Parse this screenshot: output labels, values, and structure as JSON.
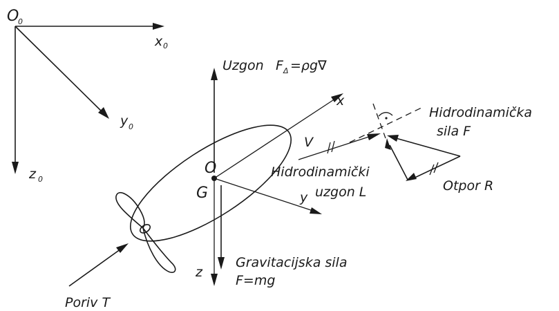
{
  "axes0": {
    "origin": "O",
    "origin_sub": "0",
    "x": "x",
    "x_sub": "0",
    "y": "y",
    "y_sub": "0",
    "z": "z",
    "z_sub": "0"
  },
  "body_axes": {
    "origin": "O",
    "cg": "G",
    "x": "x",
    "y": "y",
    "z": "z"
  },
  "forces": {
    "buoyancy_prefix": "Uzgon",
    "buoyancy_F": "F",
    "buoyancy_sub": "Δ",
    "buoyancy_rhs": "=ρg∇",
    "velocity": "V",
    "hydro_force_line1": "Hidrodinamička",
    "hydro_force_line2": "sila F",
    "hydro_lift_line1": "Hidrodinamički",
    "hydro_lift_line2": "uzgon L",
    "drag": "Otpor R",
    "gravity_line1": "Gravitacijska sila",
    "gravity_line2": "F=mg",
    "thrust": "Poriv T"
  }
}
